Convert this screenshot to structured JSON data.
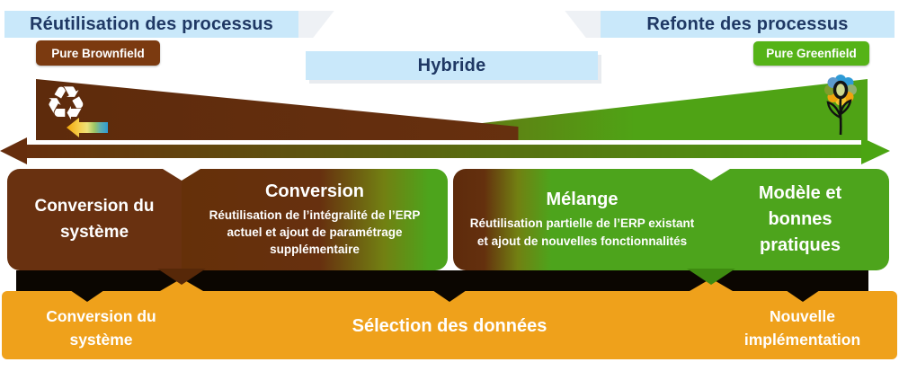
{
  "header": {
    "left_label": "Réutilisation des processus",
    "right_label": "Refonte des processus",
    "center_label": "Hybride",
    "brownfield_badge": "Pure Brownfield",
    "greenfield_badge": "Pure Greenfield"
  },
  "icons": {
    "recycle_glyph": "♻",
    "recycle_name": "recycle-icon",
    "flower_name": "flower-icon",
    "gradient_arrow_name": "gradient-left-arrow-icon",
    "timeline_arrow_name": "double-headed-arrow"
  },
  "approaches": [
    {
      "title": "Conversion du système",
      "subtitle": ""
    },
    {
      "title": "Conversion",
      "subtitle": "Réutilisation de l’intégralité de l’ERP actuel et ajout de paramétrage supplémentaire"
    },
    {
      "title": "Mélange",
      "subtitle": "Réutilisation partielle de l’ERP existant et ajout de nouvelles fonctionnalités"
    },
    {
      "title": "Modèle et bonnes pratiques",
      "subtitle": ""
    }
  ],
  "bottom_band": {
    "left": "Conversion du système",
    "center": "Sélection des données",
    "right": "Nouvelle implémentation"
  },
  "colors": {
    "brown": "#693110",
    "green": "#4DA41C",
    "orange": "#EFA11B",
    "light_blue": "#C9E8FA",
    "navy": "#1F3864",
    "shadow_black": "#0B0601"
  }
}
